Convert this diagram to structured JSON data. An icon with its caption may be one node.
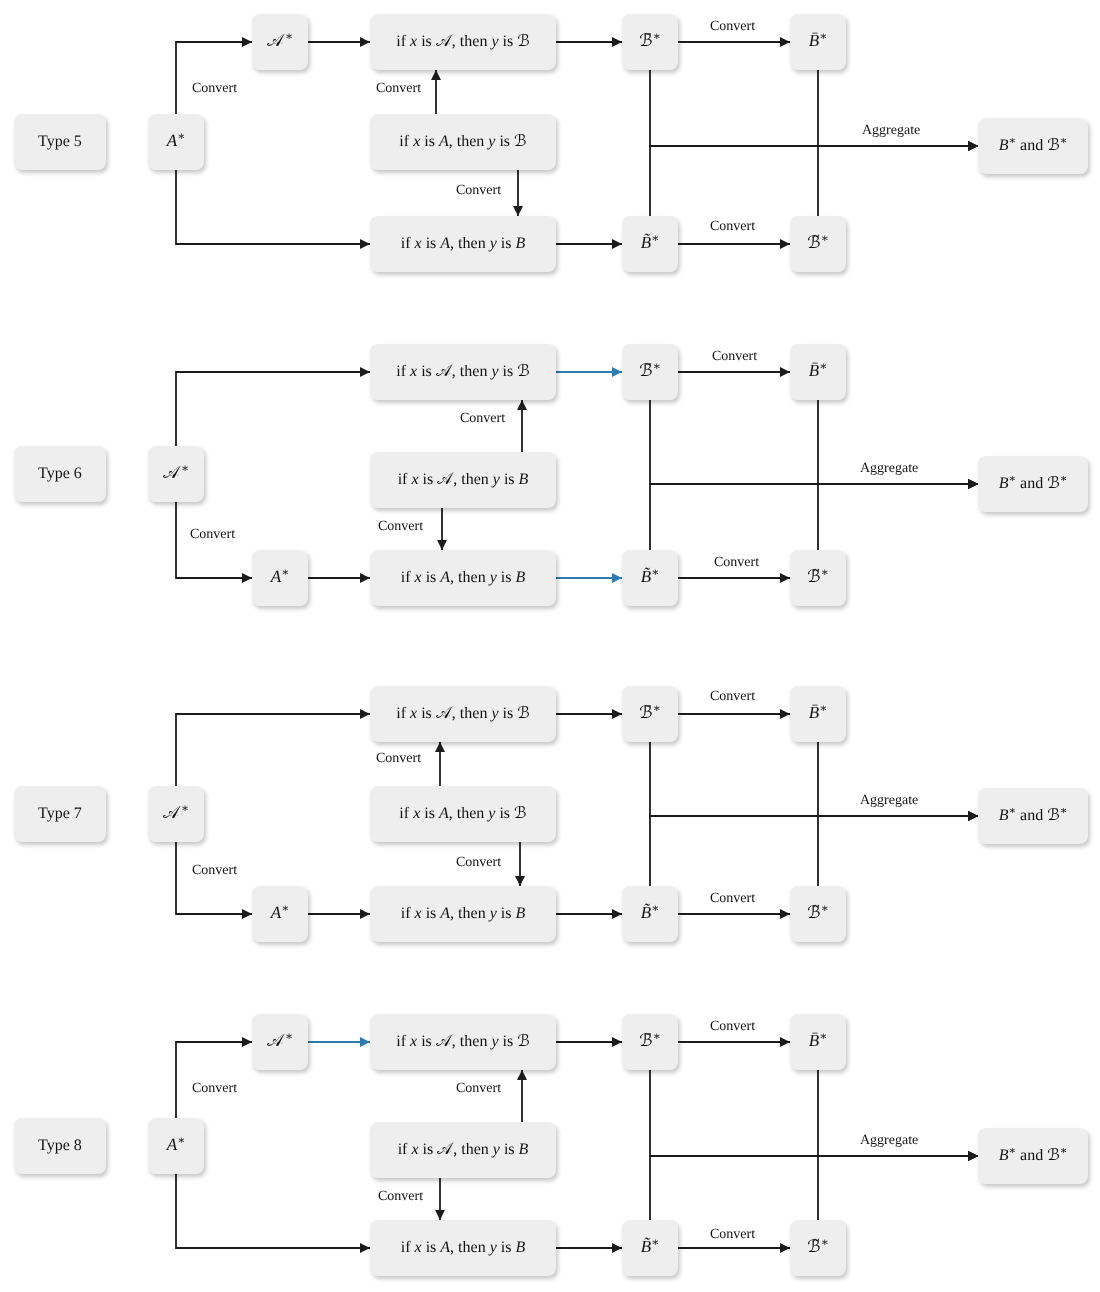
{
  "diagram": {
    "nodes": [
      {
        "text": [
          "Type 5"
        ]
      },
      {
        "text": [
          "*A*$^{∗}$"
        ]
      },
      {
        "text": [
          "𝒜$^{∗}$"
        ]
      },
      {
        "text": [
          "if *x* is 𝒜, then *y* is ℬ"
        ]
      },
      {
        "text": [
          "if *x* is *A*, then *y* is ℬ"
        ]
      },
      {
        "text": [
          "if *x* is *A*, then *y* is *B*"
        ]
      },
      {
        "text": [
          "ℬ̄$^{∗}$"
        ]
      },
      {
        "text": [
          "*B̄*$^{∗}$"
        ]
      },
      {
        "text": [
          "*B̃*$^{∗}$"
        ]
      },
      {
        "text": [
          "ℬ̃$^{∗}$"
        ]
      },
      {
        "text": [
          "*B*$^{∗}$ and ℬ$^{∗}$"
        ]
      },
      {
        "text": [
          "Type 6"
        ]
      },
      {
        "text": [
          "𝒜$^{∗}$"
        ]
      },
      {
        "text": [
          "if *x* is 𝒜, then *y* is ℬ"
        ]
      },
      {
        "text": [
          "if *x* is 𝒜, then *y* is *B*"
        ]
      },
      {
        "text": [
          "*A*$^{∗}$"
        ]
      },
      {
        "text": [
          "if *x* is *A*, then *y* is *B*"
        ]
      },
      {
        "text": [
          "ℬ̄$^{∗}$"
        ]
      },
      {
        "text": [
          "*B̄*$^{∗}$"
        ]
      },
      {
        "text": [
          "*B̃*$^{∗}$"
        ]
      },
      {
        "text": [
          "ℬ̃$^{∗}$"
        ]
      },
      {
        "text": [
          "*B*$^{∗}$ and ℬ$^{∗}$"
        ]
      },
      {
        "text": [
          "Type 7"
        ]
      },
      {
        "text": [
          "𝒜$^{∗}$"
        ]
      },
      {
        "text": [
          "if *x* is 𝒜, then *y* is ℬ"
        ]
      },
      {
        "text": [
          "if *x* is *A*, then *y* is ℬ"
        ]
      },
      {
        "text": [
          "*A*$^{∗}$"
        ]
      },
      {
        "text": [
          "if *x* is *A*, then *y* is *B*"
        ]
      },
      {
        "text": [
          "ℬ̄$^{∗}$"
        ]
      },
      {
        "text": [
          "*B̄*$^{∗}$"
        ]
      },
      {
        "text": [
          "*B̃*$^{∗}$"
        ]
      },
      {
        "text": [
          "ℬ̃$^{∗}$"
        ]
      },
      {
        "text": [
          "*B*$^{∗}$ and ℬ$^{∗}$"
        ]
      },
      {
        "text": [
          "Type 8"
        ]
      },
      {
        "text": [
          "*A*$^{∗}$"
        ]
      },
      {
        "text": [
          "𝒜$^{∗}$"
        ]
      },
      {
        "text": [
          "if *x* is 𝒜, then *y* is ℬ"
        ]
      },
      {
        "text": [
          "if *x* is 𝒜, then *y* is *B*"
        ]
      },
      {
        "text": [
          "if *x* is *A*, then *y* is *B*"
        ]
      },
      {
        "text": [
          "ℬ̄$^{∗}$"
        ]
      },
      {
        "text": [
          "*B̄*$^{∗}$"
        ]
      },
      {
        "text": [
          "*B̃*$^{∗}$"
        ]
      },
      {
        "text": [
          "ℬ̃$^{∗}$"
        ]
      },
      {
        "text": [
          "*B*$^{∗}$ and ℬ$^{∗}$"
        ]
      }
    ],
    "edges": [
      {
        "from": 1,
        "to": 2,
        "arrow": "to",
        "label": "Convert"
      },
      {
        "from": 2,
        "to": 3,
        "arrow": "to"
      },
      {
        "from": 1,
        "to": 5,
        "arrow": "to"
      },
      {
        "from": 4,
        "to": 3,
        "arrow": "to",
        "label": "Convert"
      },
      {
        "from": 4,
        "to": 5,
        "arrow": "to",
        "label": "Convert"
      },
      {
        "from": 3,
        "to": 6,
        "arrow": "to"
      },
      {
        "from": 5,
        "to": 8,
        "arrow": "to"
      },
      {
        "from": 6,
        "to": 7,
        "arrow": "to",
        "label": "Convert"
      },
      {
        "from": 8,
        "to": 9,
        "arrow": "to",
        "label": "Convert"
      },
      {
        "from": 6,
        "to": 10,
        "arrow": "to",
        "label": "Aggregate"
      },
      {
        "from": 8,
        "to": 10,
        "arrow": "to"
      },
      {
        "from": 7,
        "to": 10,
        "arrow": "to"
      },
      {
        "from": 9,
        "to": 10,
        "arrow": "to"
      },
      {
        "from": 12,
        "to": 13,
        "arrow": "to"
      },
      {
        "from": 12,
        "to": 15,
        "arrow": "to",
        "label": "Convert"
      },
      {
        "from": 15,
        "to": 16,
        "arrow": "to"
      },
      {
        "from": 14,
        "to": 13,
        "arrow": "to",
        "label": "Convert"
      },
      {
        "from": 14,
        "to": 16,
        "arrow": "to",
        "label": "Convert"
      },
      {
        "from": 13,
        "to": 17,
        "arrow": "to",
        "color": "#2e7bb4"
      },
      {
        "from": 16,
        "to": 19,
        "arrow": "to",
        "color": "#2e7bb4"
      },
      {
        "from": 17,
        "to": 18,
        "arrow": "to",
        "label": "Convert"
      },
      {
        "from": 19,
        "to": 20,
        "arrow": "to",
        "label": "Convert"
      },
      {
        "from": 17,
        "to": 21,
        "arrow": "to",
        "label": "Aggregate"
      },
      {
        "from": 19,
        "to": 21,
        "arrow": "to"
      },
      {
        "from": 18,
        "to": 21,
        "arrow": "to"
      },
      {
        "from": 20,
        "to": 21,
        "arrow": "to"
      },
      {
        "from": 23,
        "to": 24,
        "arrow": "to"
      },
      {
        "from": 23,
        "to": 26,
        "arrow": "to",
        "label": "Convert"
      },
      {
        "from": 26,
        "to": 27,
        "arrow": "to"
      },
      {
        "from": 25,
        "to": 24,
        "arrow": "to",
        "label": "Convert"
      },
      {
        "from": 25,
        "to": 27,
        "arrow": "to",
        "label": "Convert"
      },
      {
        "from": 24,
        "to": 28,
        "arrow": "to"
      },
      {
        "from": 27,
        "to": 30,
        "arrow": "to"
      },
      {
        "from": 28,
        "to": 29,
        "arrow": "to",
        "label": "Convert"
      },
      {
        "from": 30,
        "to": 31,
        "arrow": "to",
        "label": "Convert"
      },
      {
        "from": 28,
        "to": 32,
        "arrow": "to",
        "label": "Aggregate"
      },
      {
        "from": 30,
        "to": 32,
        "arrow": "to"
      },
      {
        "from": 29,
        "to": 32,
        "arrow": "to"
      },
      {
        "from": 31,
        "to": 32,
        "arrow": "to"
      },
      {
        "from": 34,
        "to": 35,
        "arrow": "to",
        "label": "Convert"
      },
      {
        "from": 35,
        "to": 36,
        "arrow": "to",
        "color": "#2e7bb4"
      },
      {
        "from": 34,
        "to": 38,
        "arrow": "to"
      },
      {
        "from": 37,
        "to": 36,
        "arrow": "to",
        "label": "Convert"
      },
      {
        "from": 37,
        "to": 38,
        "arrow": "to",
        "label": "Convert"
      },
      {
        "from": 36,
        "to": 39,
        "arrow": "to"
      },
      {
        "from": 38,
        "to": 41,
        "arrow": "to"
      },
      {
        "from": 39,
        "to": 40,
        "arrow": "to",
        "label": "Convert"
      },
      {
        "from": 41,
        "to": 42,
        "arrow": "to",
        "label": "Convert"
      },
      {
        "from": 39,
        "to": 43,
        "arrow": "to",
        "label": "Aggregate"
      },
      {
        "from": 41,
        "to": 43,
        "arrow": "to"
      },
      {
        "from": 40,
        "to": 43,
        "arrow": "to"
      },
      {
        "from": 42,
        "to": 43,
        "arrow": "to"
      }
    ]
  }
}
